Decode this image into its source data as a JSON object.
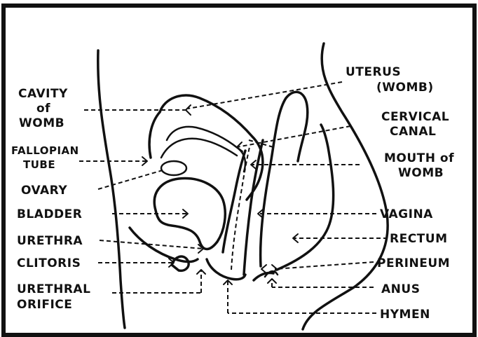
{
  "diagram": {
    "labels": {
      "cavity_line1": "CAVITY",
      "cavity_line2": "of",
      "cavity_line3": "WOMB",
      "fallopian_line1": "FALLOPIAN",
      "fallopian_line2": "TUBE",
      "ovary": "OVARY",
      "bladder": "BLADDER",
      "urethra": "URETHRA",
      "clitoris": "CLITORIS",
      "urethral_orifice_line1": "URETHRAL",
      "urethral_orifice_line2": "ORIFICE",
      "uterus_line1": "UTERUS",
      "uterus_line2": "(WOMB)",
      "cervical_line1": "CERVICAL",
      "cervical_line2": "CANAL",
      "mouth_line1": "MOUTH of",
      "mouth_line2": "WOMB",
      "vagina": "VAGINA",
      "rectum": "RECTUM",
      "perineum": "PERINEUM",
      "anus": "ANUS",
      "hymen": "HYMEN"
    }
  }
}
